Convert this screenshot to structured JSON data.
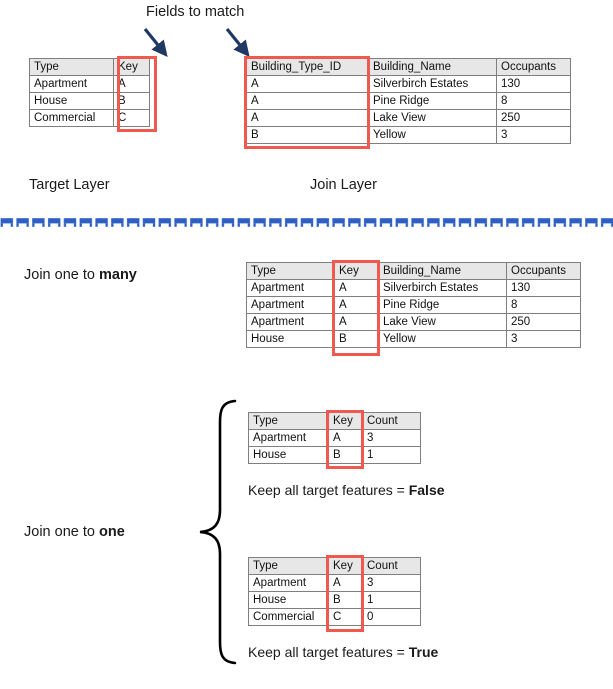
{
  "annotations": {
    "fields_to_match": "Fields to match",
    "target_layer": "Target Layer",
    "join_layer": "Join Layer",
    "join_one_to_many_prefix": "Join one to ",
    "join_one_to_many_emphasis": "many",
    "join_one_to_one_prefix": "Join one to ",
    "join_one_to_one_emphasis": "one",
    "keep_all_prefix": "Keep all target features = ",
    "keep_all_false": "False",
    "keep_all_true": "True"
  },
  "colors": {
    "highlight_red": "#ee5a4f",
    "header_gray": "#e7e7e7",
    "border_gray": "#7f7f7f",
    "arrow_navy": "#1f3864",
    "divider_blue": "#2e5fc3",
    "text_black": "#1a1a1a"
  },
  "icons": {
    "arrow_left": "down-right-arrow-icon",
    "arrow_right": "down-left-arrow-icon",
    "divider": "dashed-divider-icon",
    "brace": "curly-brace-icon"
  },
  "target_table": {
    "headers": [
      "Type",
      "Key"
    ],
    "rows": [
      [
        "Apartment",
        "A"
      ],
      [
        "House",
        "B"
      ],
      [
        "Commercial",
        "C"
      ]
    ]
  },
  "join_table": {
    "headers": [
      "Building_Type_ID",
      "Building_Name",
      "Occupants"
    ],
    "rows": [
      [
        "A",
        "Silverbirch Estates",
        "130"
      ],
      [
        "A",
        "Pine Ridge",
        "8"
      ],
      [
        "A",
        "Lake View",
        "250"
      ],
      [
        "B",
        "Yellow",
        "3"
      ]
    ]
  },
  "one_to_many_table": {
    "headers": [
      "Type",
      "Key",
      "Building_Name",
      "Occupants"
    ],
    "rows": [
      [
        "Apartment",
        "A",
        "Silverbirch Estates",
        "130"
      ],
      [
        "Apartment",
        "A",
        "Pine Ridge",
        "8"
      ],
      [
        "Apartment",
        "A",
        "Lake View",
        "250"
      ],
      [
        "House",
        "B",
        "Yellow",
        "3"
      ]
    ]
  },
  "one_to_one_false_table": {
    "headers": [
      "Type",
      "Key",
      "Count"
    ],
    "rows": [
      [
        "Apartment",
        "A",
        "3"
      ],
      [
        "House",
        "B",
        "1"
      ]
    ]
  },
  "one_to_one_true_table": {
    "headers": [
      "Type",
      "Key",
      "Count"
    ],
    "rows": [
      [
        "Apartment",
        "A",
        "3"
      ],
      [
        "House",
        "B",
        "1"
      ],
      [
        "Commercial",
        "C",
        "0"
      ]
    ]
  }
}
